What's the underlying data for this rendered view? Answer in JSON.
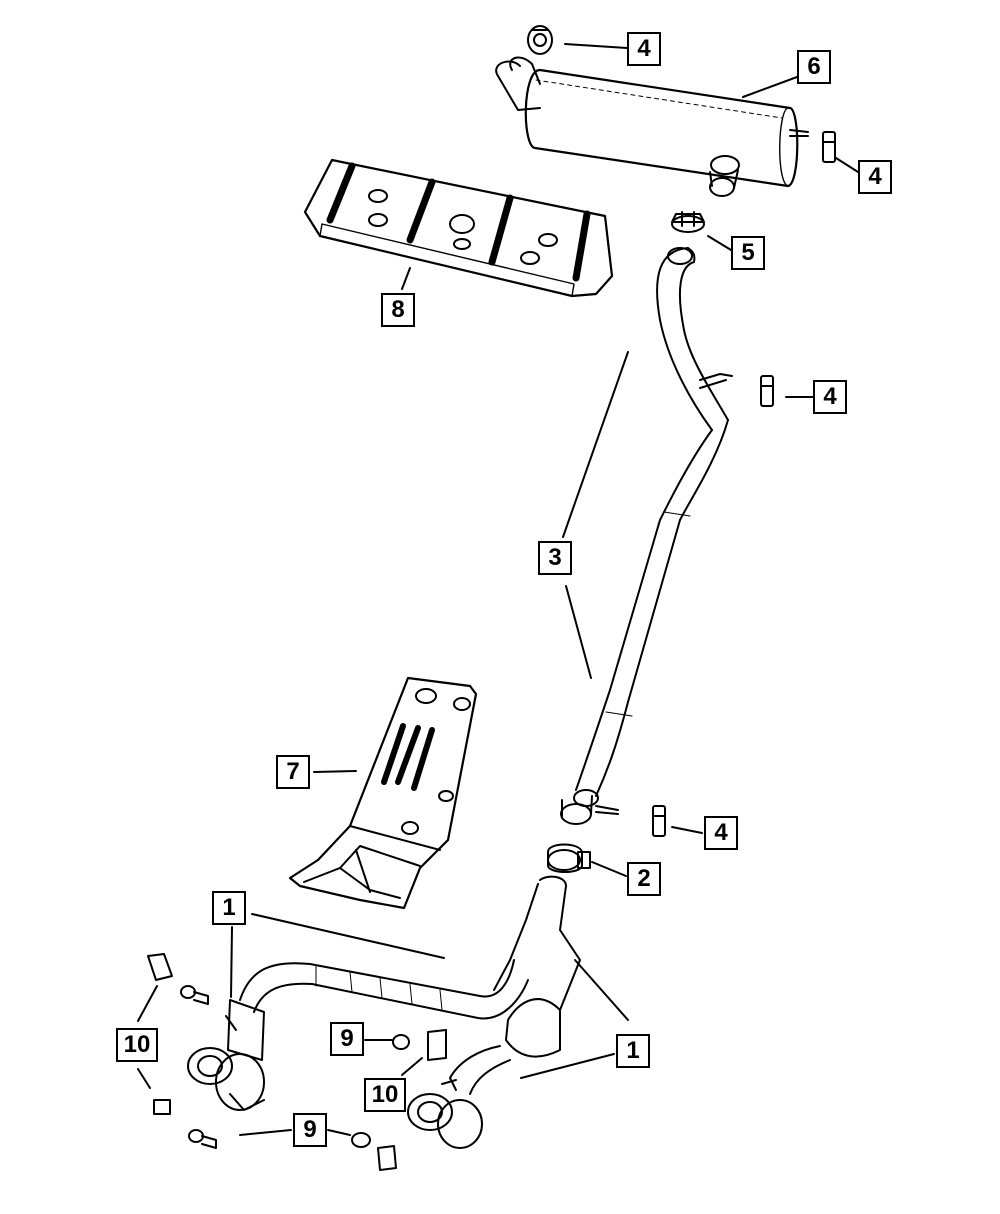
{
  "diagram": {
    "callouts": [
      "4",
      "6",
      "4",
      "5",
      "8",
      "4",
      "3",
      "7",
      "4",
      "2",
      "1",
      "1",
      "10",
      "9",
      "10",
      "9"
    ]
  }
}
